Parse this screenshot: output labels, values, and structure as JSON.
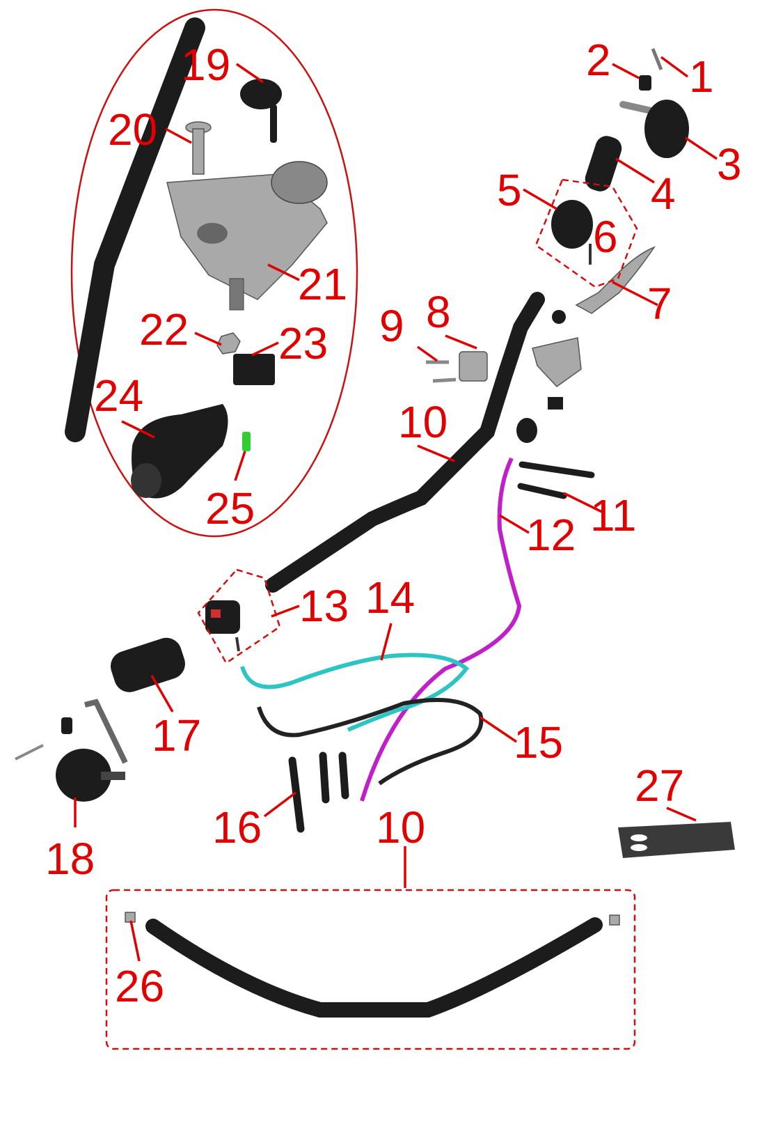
{
  "diagram": {
    "accent_color": "#e00000",
    "callouts": [
      "1",
      "2",
      "3",
      "4",
      "5",
      "6",
      "7",
      "8",
      "9",
      "10",
      "11",
      "12",
      "13",
      "14",
      "15",
      "16",
      "17",
      "18",
      "19",
      "20",
      "21",
      "22",
      "23",
      "24",
      "25",
      "10",
      "26",
      "27"
    ],
    "parts": [
      {
        "icon": "handlebar-icon"
      },
      {
        "icon": "left-switch-housing-icon"
      },
      {
        "icon": "right-switch-housing-icon"
      },
      {
        "icon": "throttle-grip-icon"
      },
      {
        "icon": "left-grip-icon"
      },
      {
        "icon": "mirror-icon"
      },
      {
        "icon": "clutch-lever-icon"
      },
      {
        "icon": "clutch-master-cylinder-icon"
      },
      {
        "icon": "cable-icon"
      },
      {
        "icon": "handlebar-clamp-icon"
      },
      {
        "icon": "mounting-plate-icon"
      }
    ],
    "cable_colors": {
      "throttle": "#2ec4c4",
      "choke": "#c020c8",
      "clutch": "#222222"
    }
  }
}
